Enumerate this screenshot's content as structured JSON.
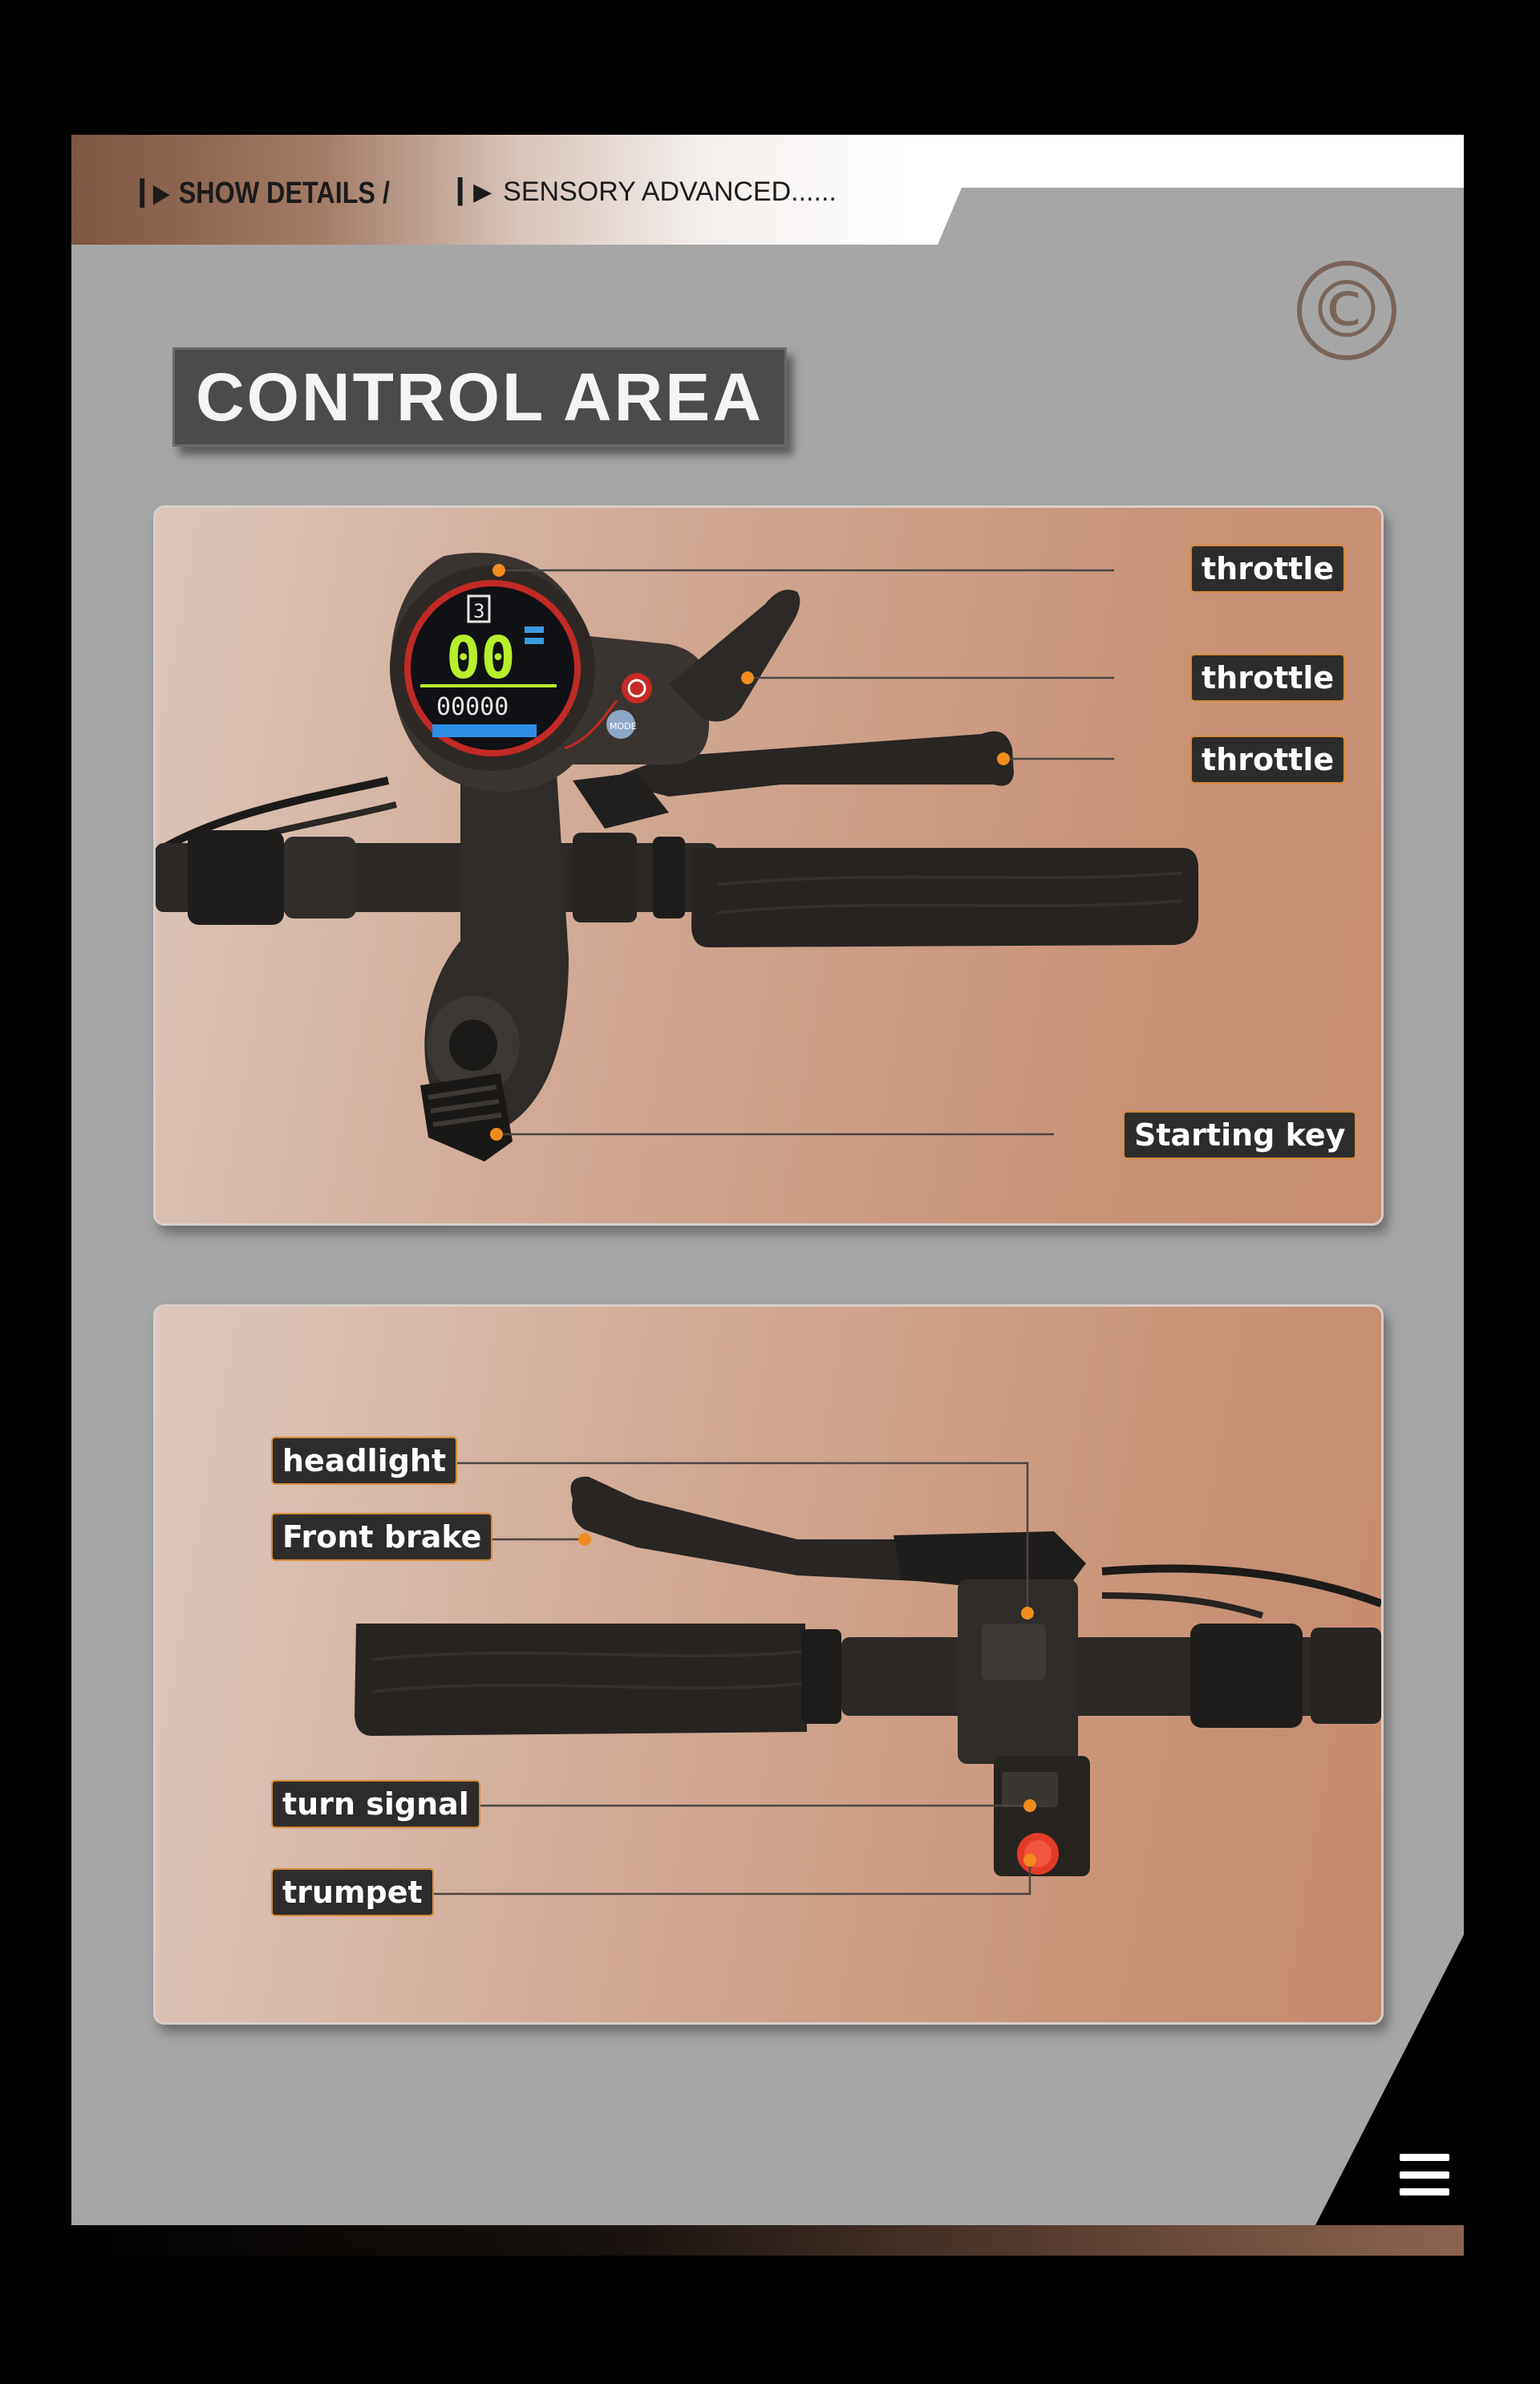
{
  "header": {
    "crumb_primary": "SHOW DETAILS /",
    "crumb_secondary": "SENSORY ADVANCED......",
    "copyright_symbol": "©"
  },
  "section_title": "CONTROL AREA",
  "panel_top": {
    "labels": [
      "throttle",
      "throttle",
      "throttle",
      "Starting key"
    ],
    "display": {
      "gear": "3",
      "speed": "00",
      "odometer": "00000",
      "button_label": "MODE"
    }
  },
  "panel_bottom": {
    "labels": [
      "headlight",
      "Front brake",
      "turn signal",
      "trumpet"
    ]
  },
  "icons": {
    "play": "play-icon",
    "menu": "menu-icon",
    "copyright": "copyright-icon"
  },
  "colors": {
    "accent_orange": "#f28c1e",
    "tag_bg": "#2e2c2a",
    "page_bg": "#a6a6a6"
  }
}
